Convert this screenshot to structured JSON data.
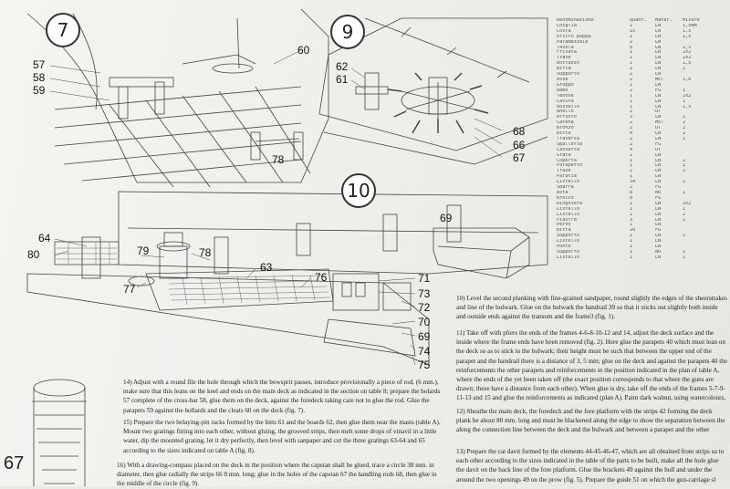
{
  "figures": {
    "f7": "7",
    "f9": "9",
    "f10": "10"
  },
  "callouts": {
    "n57": "57",
    "n58": "58",
    "n59": "59",
    "n60": "60",
    "n78a": "78",
    "n62": "62",
    "n61": "61",
    "n68": "68",
    "n66": "66",
    "n67": "67",
    "n69": "69",
    "n64": "64",
    "n80": "80",
    "n79": "79",
    "n78b": "78",
    "n63": "63",
    "n76": "76",
    "n77": "77",
    "n71": "71",
    "n73": "73",
    "n72": "72",
    "n70": "70",
    "n69b": "69",
    "n74": "74",
    "n75": "75"
  },
  "page_number": "67",
  "table": {
    "headers": [
      "Denominazione",
      "Quant.",
      "Mater.",
      "Misure"
    ],
    "rows": [
      [
        "Chiglia",
        "1",
        "LN",
        "1,5mm"
      ],
      [
        "Costa",
        "15",
        "LN",
        "1,5"
      ],
      [
        "Dritto poppa",
        "1",
        "LN",
        "1,5"
      ],
      [
        "Paramezzale",
        "2",
        "LN",
        ""
      ],
      [
        "Tavola",
        "8",
        "LN",
        "1,5"
      ],
      [
        "Frisata",
        "1",
        "LN",
        "2x2"
      ],
      [
        "Trave",
        "1",
        "LN",
        "2x2"
      ],
      [
        "Bottazzo",
        "1",
        "LN",
        "1,5"
      ],
      [
        "Bitta",
        "2",
        "LN",
        "2"
      ],
      [
        "Supporto",
        "2",
        "LN",
        ""
      ],
      [
        "Asse",
        "2",
        "MET",
        "1,6"
      ],
      [
        "Gruppo",
        "1",
        "LN",
        ""
      ],
      [
        "Remo",
        "2",
        "FG",
        "1"
      ],
      [
        "Tenone",
        "1",
        "LN",
        "2x2"
      ],
      [
        "Cavità",
        "1",
        "LN",
        "1"
      ],
      [
        "Bozzello",
        "1",
        "LN",
        "1,5"
      ],
      [
        "Anello",
        "2",
        "OT",
        ""
      ],
      [
        "Affusto",
        "3",
        "LN",
        "1"
      ],
      [
        "Catena",
        "2",
        "MET",
        "2"
      ],
      [
        "Bronzo",
        "2",
        "OT",
        "2"
      ],
      [
        "Bitta",
        "4",
        "LN",
        "2"
      ],
      [
        "Traversa",
        "2",
        "LN",
        "1"
      ],
      [
        "Spalletta",
        "2",
        "FG",
        ""
      ],
      [
        "Cassetta",
        "4",
        "OT",
        ""
      ],
      [
        "Grata",
        "2",
        "LN",
        ""
      ],
      [
        "Coperta",
        "1",
        "LN",
        "2"
      ],
      [
        "Parapetto",
        "1",
        "LN",
        "2"
      ],
      [
        "Trave",
        "2",
        "LN",
        "2"
      ],
      [
        "Paratia",
        "1",
        "LN",
        ""
      ],
      [
        "Listello",
        "34",
        "LN",
        "1"
      ],
      [
        "Sbarra",
        "2",
        "FG",
        ""
      ],
      [
        "Asta",
        "8",
        "NO",
        "1"
      ],
      [
        "Brocco",
        "8",
        "FG",
        ""
      ],
      [
        "Ringhiera",
        "1",
        "LN",
        "2x2"
      ],
      [
        "Listello",
        "1",
        "LN",
        "1"
      ],
      [
        "Listello",
        "1",
        "LN",
        "2"
      ],
      [
        "Piastra",
        "3",
        "LN",
        "1"
      ],
      [
        "Perno",
        "1",
        "LN",
        ""
      ],
      [
        "Bitta",
        "20",
        "FG",
        ""
      ],
      [
        "Supporto",
        "2",
        "LN",
        "1"
      ],
      [
        "Listello",
        "1",
        "LN",
        ""
      ],
      [
        "Ponte",
        "1",
        "LN",
        ""
      ],
      [
        "Supporto",
        "1",
        "NO",
        "1"
      ],
      [
        "Listello",
        "1",
        "LN",
        "1"
      ]
    ]
  },
  "text": {
    "left": [
      "14) Adjust with a round file the hole through which the bowsprit passes, introduce provisionally a piece of rod, (6 mm.), make sure that this leans on the keel and ends on the main deck as indicated in the section on table 8; prepare the bolards 57 complete of the cross-bar 58, glue them on the deck, against the foredeck taking care not to glue the rod. Glue the parapets 59 against the bollards and the cleats 60 on the deck (fig. 7).",
      "15) Prepare the two belaying-pin racks formed by the bitts 61 and the boards 62, then glue them near the masts (table A). Mount two gratings fitting into each other, without gluing, the grooved strips, then melt some drops of vinavil in a little water, dip the mounted grating, let it dry perfectly, then level with sanpaper and cut the three gratings 63-64 and 65 according to the sizes indicated on table A (fig. 8).",
      "16) With a drawing-compass placed on the deck in the position where the capstan shall be glued, trace a circle 38 mm. in diameter, then glue radially the strips 66 8 mm. long; glue in the holes of the capstan 67 the handling rods 68, then glue in the middle of the circle (fig. 9)."
    ],
    "right": [
      "10) Level the second planking with fine-grained sandpaper, round slightly the edges of the sheerstrakes and line of the bulwark. Glue on the bulwark the handrail 39 so that it sticks out slightly both inside and outside ends against the transom and the frame3 (fig. 1).",
      "11) Take off with pliers the ends of the frames 4-6-8-10-12 and 14, adjust the deck surface and the inside where the frame ends have been removed (fig. 2). Here glue the parapets 40 which must lean on the deck so as to stick to the bulwark; their height must be such that between the upper end of the parapet and the handrail there is a distance of 3, 5 mm; glue on the deck and against the parapets 40 the reinforcements the other parapets and reinforcements in the position indicated in the plan of table A, where the ends of the yet been taken off (the exact position corresponds to that where the guns are drawn; these have a distance from each other). When glue is dry, take off the ends of the frames 5-7-9-11-13 and 15 and glue the reinforcements as indicated (plan A). Paint dark walnut, using watercolours, the inside of the bulwark and sticking out beyond the planking.",
      "12) Sheathe the main deck, the foredeck and the fore platform with the strips 42 forming the deck plank be about 80 mm. long and must be blackened along the edge to show the separation between the along the connection line between the deck and the bulwark and between a parapet and the other forming the stringer (fig. 4).",
      "13) Prepare the cat davit formed by the elements 44-45-46-47, which are all obtained from strips su to each other according to the sizes indicated in the table of the parts to be built, make all the hole glue the davit on the back line of the fore platform. Glue the brackets 49 against the hull and under the around the two openings 49 on the prow (fig. 5). Prepare the guide 51 on which the gun-carriage sl"
    ]
  }
}
